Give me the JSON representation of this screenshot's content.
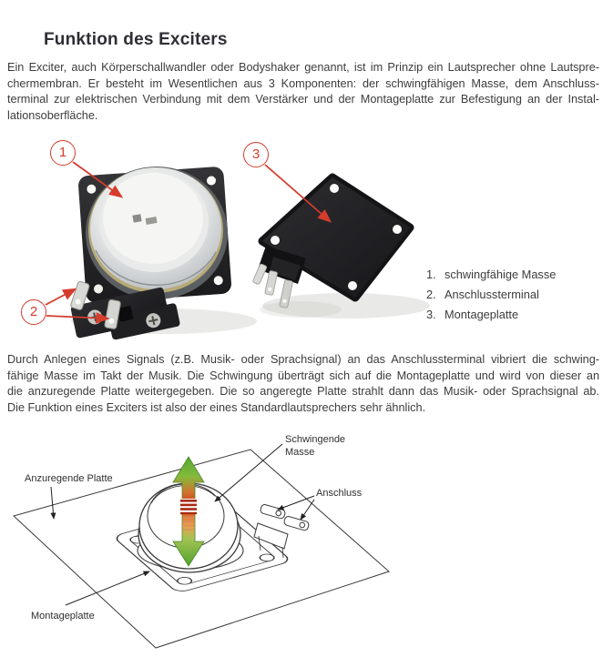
{
  "page": {
    "title": "Funktion des Exciters",
    "background": "#ffffff",
    "accent_color": "#d43c2c"
  },
  "paragraphs": {
    "p1_lines": [
      "Ein Exciter, auch Körperschallwandler oder Bodyshaker genannt, ist im Prinzip ein Lautsprecher ohne Lautspre-",
      "chermembran. Er besteht im Wesentlichen aus 3 Komponenten: der schwingfähigen Masse, dem Anschluss-",
      "terminal zur elektrischen Verbindung mit dem Verstärker und der Montageplatte zur Befestigung an der Instal-",
      "lationsoberfläche."
    ],
    "p2_lines": [
      "Durch Anlegen eines Signals (z.B. Musik- oder Sprachsignal) an das Anschlussterminal vibriert die schwing-",
      "fähige Masse im Takt der Musik. Die Schwingung überträgt sich auf die Montageplatte und wird von dieser an",
      "die anzuregende Platte weitergegeben. Die so angeregte Platte strahlt dann das Musik- oder Sprachsignal ab.",
      "Die Funktion eines Exciters ist also der eines Standardlautsprechers sehr ähnlich."
    ]
  },
  "figure": {
    "callouts": [
      {
        "number": "1"
      },
      {
        "number": "2"
      },
      {
        "number": "3"
      }
    ],
    "photos": [
      "exciter-front-photo",
      "exciter-back-photo"
    ]
  },
  "parts_list": {
    "items": [
      {
        "number": "1.",
        "label": "schwingfähige Masse"
      },
      {
        "number": "2.",
        "label": "Anschlussterminal"
      },
      {
        "number": "3.",
        "label": "Montageplatte"
      }
    ]
  },
  "diagram": {
    "labels": {
      "schwingende_masse": "Schwingende Masse",
      "anzuregende_platte": "Anzuregende Platte",
      "anschluss": "Anschluss",
      "montageplatte": "Montageplatte"
    },
    "arrow_colors": {
      "green": "#5fae33",
      "orange": "#e2762b",
      "red": "#c03a1e"
    },
    "line_color": "#3a3a3a"
  }
}
